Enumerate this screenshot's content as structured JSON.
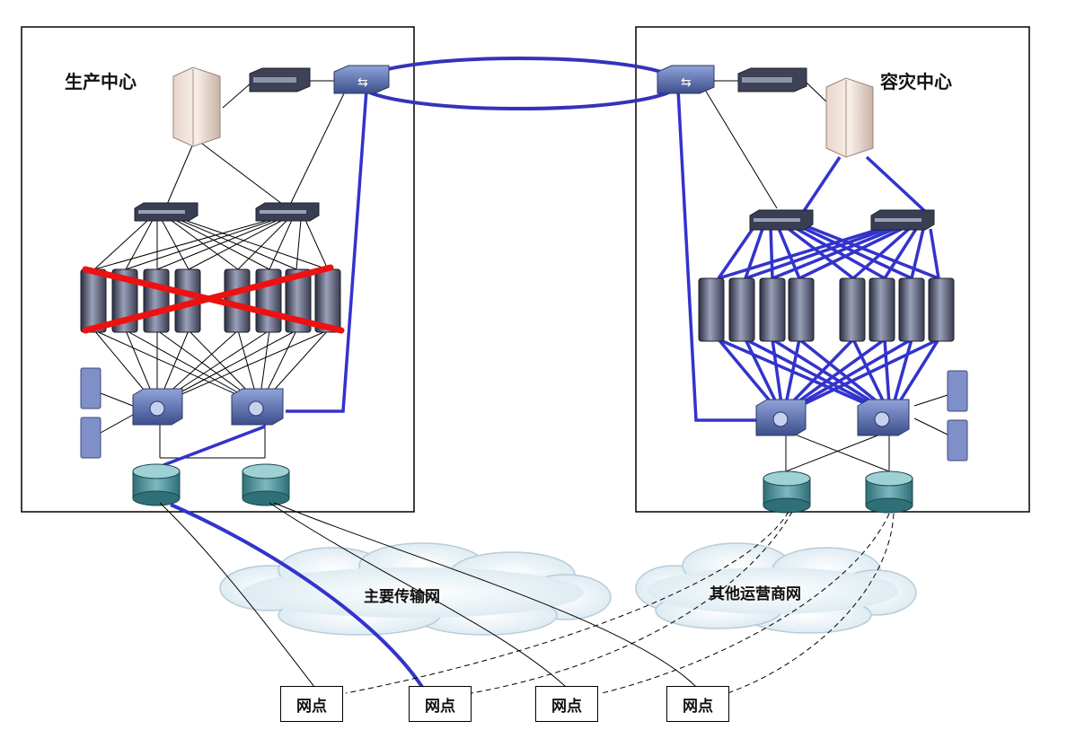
{
  "sites": {
    "production": "生产中心",
    "disaster_recovery": "容灾中心"
  },
  "networks": {
    "main": "主要传输网",
    "other": "其他运营商网"
  },
  "branches": [
    "网点",
    "网点",
    "网点",
    "网点"
  ],
  "colors": {
    "active_link": "#3333bb",
    "failed_mark": "#ee1111",
    "normal_link": "#000000"
  }
}
